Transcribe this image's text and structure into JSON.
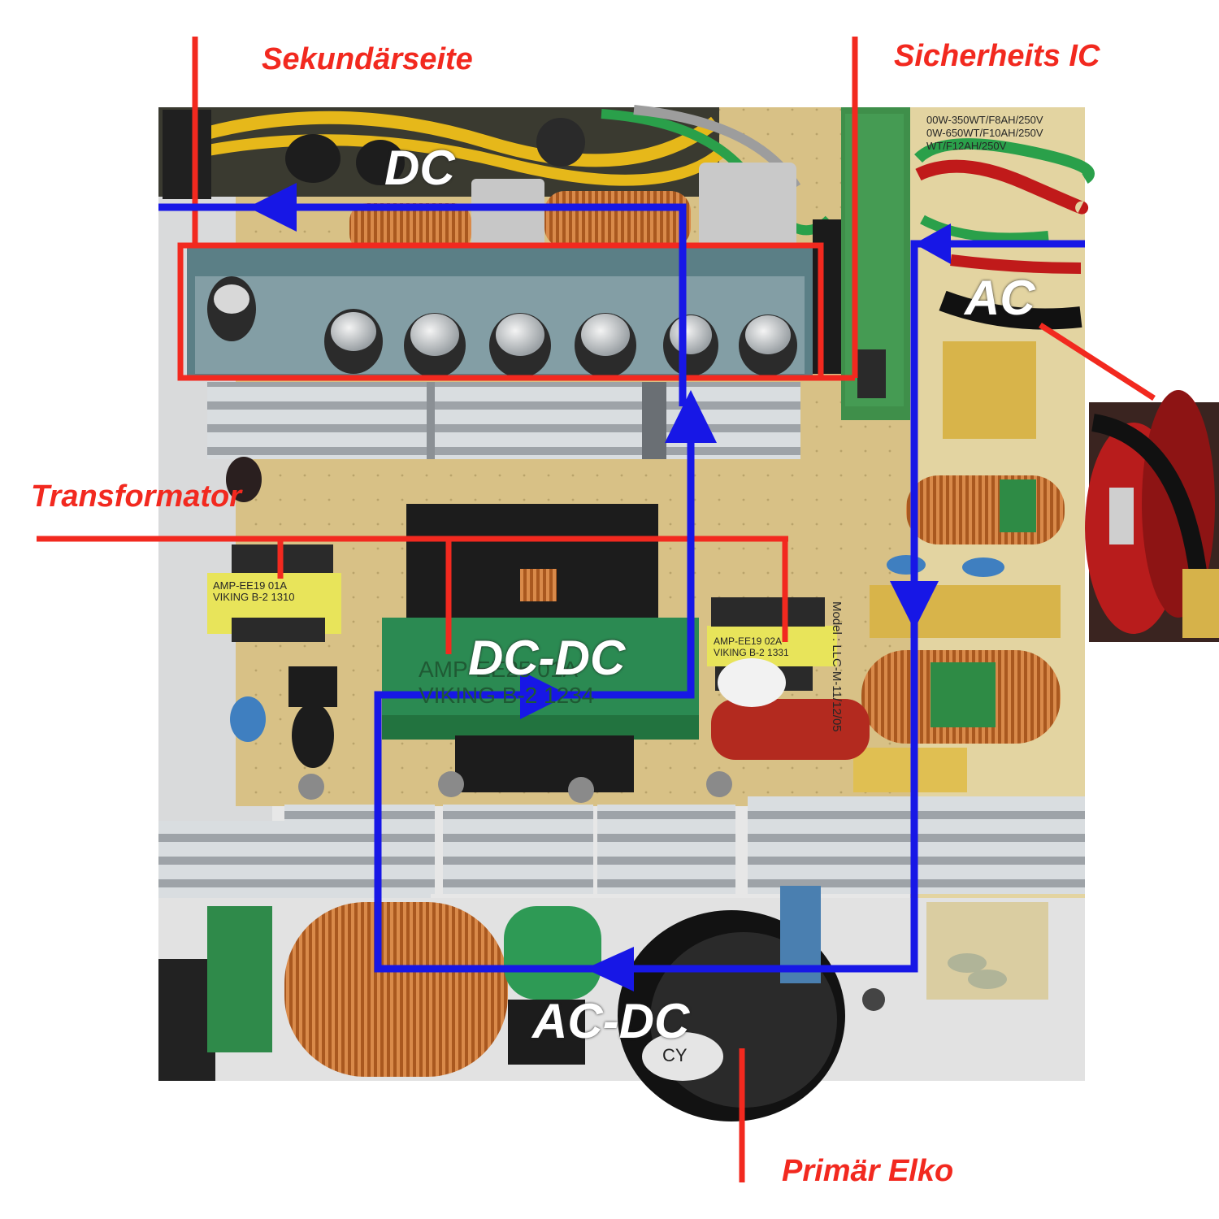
{
  "annotations": {
    "sekundaerseite": "Sekundärseite",
    "sicherheits_ic": "Sicherheits IC",
    "transformator": "Transformator",
    "primaer_elko": "Primär Elko"
  },
  "flow_labels": {
    "dc": "DC",
    "ac": "AC",
    "dc_dc": "DC-DC",
    "ac_dc": "AC-DC"
  },
  "component_prints": {
    "transformer_left": [
      "AMP-EE19 01A",
      "VIKING B-2 1310"
    ],
    "transformer_right": [
      "AMP-EE19 02A",
      "VIKING B-2 1331"
    ],
    "main_transformer": [
      "AMP-EE25 01A",
      "VIKING B-2 1234"
    ],
    "fuse_rating": [
      "00W-350WT/F8AH/250V",
      "0W-650WT/F10AH/250V",
      "WT/F12AH/250V"
    ],
    "model": "Model : LLC-M-11/12/05",
    "capacitor_mark": "CY"
  },
  "colors": {
    "annotation_red": "#f2291f",
    "flow_blue": "#1717e6",
    "pcb": "#d9c48a",
    "heatsink": "#c8ccd0",
    "copper": "#b8672e"
  }
}
